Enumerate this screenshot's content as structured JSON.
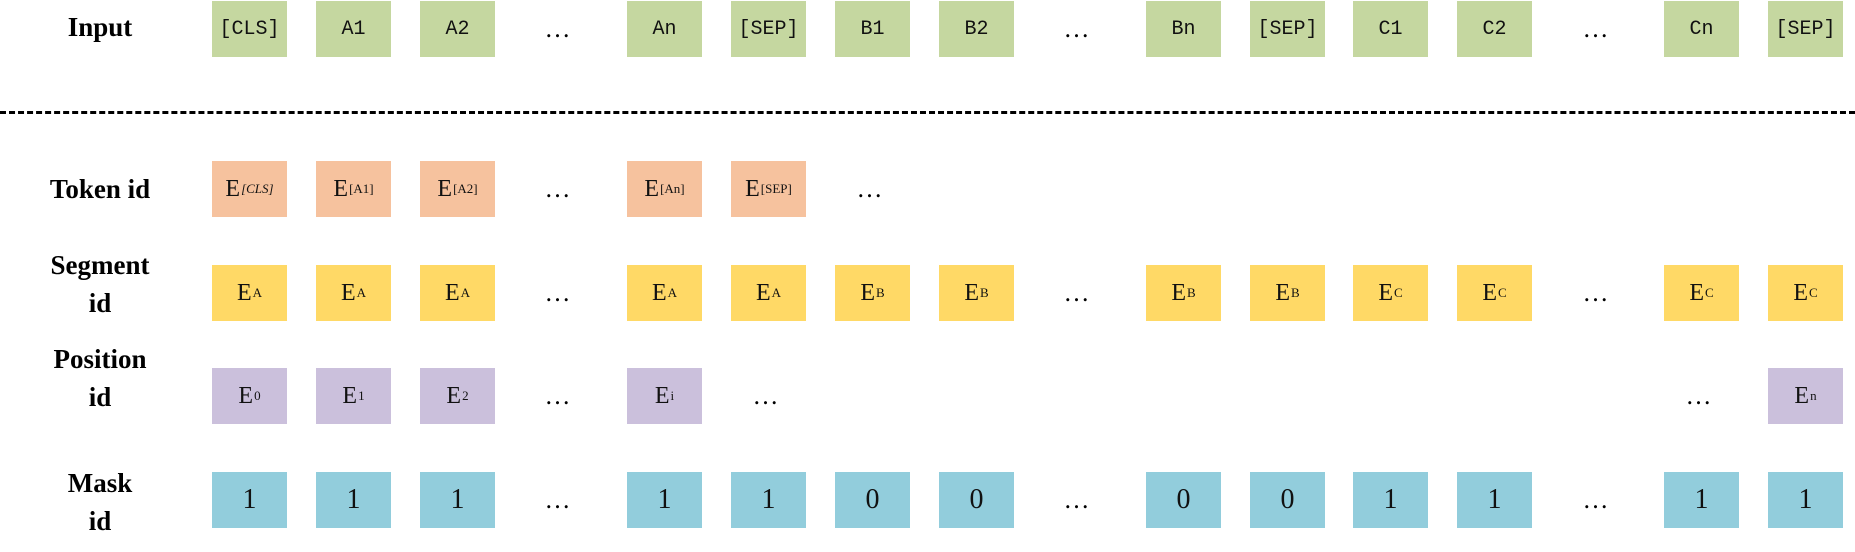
{
  "colors": {
    "input": "#C5D7A0",
    "token": "#F6C29E",
    "segment": "#FFD966",
    "position": "#CBC0DC",
    "mask": "#92CDDC"
  },
  "labels": {
    "input": [
      "Input"
    ],
    "token": [
      "Token id"
    ],
    "segment": [
      "Segment",
      "id"
    ],
    "position": [
      "Position",
      "id"
    ],
    "mask": [
      "Mask",
      "id"
    ]
  },
  "rows": {
    "input": [
      "[CLS]",
      "A1",
      "A2",
      "…",
      "An",
      "[SEP]",
      "B1",
      "B2",
      "…",
      "Bn",
      "[SEP]",
      "C1",
      "C2",
      "…",
      "Cn",
      "[SEP]"
    ],
    "token": [
      {
        "base": "E",
        "sub": "[CLS]"
      },
      {
        "base": "E",
        "sub": "[A1]"
      },
      {
        "base": "E",
        "sub": "[A2]"
      },
      "…",
      {
        "base": "E",
        "sub": "[An]"
      },
      {
        "base": "E",
        "sub": "[SEP]"
      },
      "…",
      null,
      null,
      null,
      null,
      null,
      null,
      null,
      null,
      null
    ],
    "segment": [
      {
        "base": "E",
        "sub": "A"
      },
      {
        "base": "E",
        "sub": "A"
      },
      {
        "base": "E",
        "sub": "A"
      },
      "…",
      {
        "base": "E",
        "sub": "A"
      },
      {
        "base": "E",
        "sub": "A"
      },
      {
        "base": "E",
        "sub": "B"
      },
      {
        "base": "E",
        "sub": "B"
      },
      "…",
      {
        "base": "E",
        "sub": "B"
      },
      {
        "base": "E",
        "sub": "B"
      },
      {
        "base": "E",
        "sub": "C"
      },
      {
        "base": "E",
        "sub": "C"
      },
      "…",
      {
        "base": "E",
        "sub": "C"
      },
      {
        "base": "E",
        "sub": "C"
      }
    ],
    "position": [
      {
        "base": "E",
        "sub": "0"
      },
      {
        "base": "E",
        "sub": "1"
      },
      {
        "base": "E",
        "sub": "2"
      },
      "…",
      {
        "base": "E",
        "sub": "i"
      },
      "…",
      null,
      null,
      null,
      null,
      null,
      null,
      null,
      null,
      "…",
      {
        "base": "E",
        "sub": "n"
      }
    ],
    "mask": [
      "1",
      "1",
      "1",
      "…",
      "1",
      "1",
      "0",
      "0",
      "…",
      "0",
      "0",
      "1",
      "1",
      "…",
      "1",
      "1"
    ]
  }
}
